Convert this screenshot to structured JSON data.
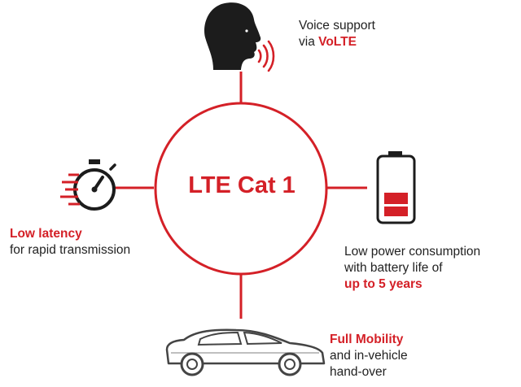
{
  "center": {
    "title": "LTE Cat 1"
  },
  "voice": {
    "line1": "Voice support",
    "prefix": "via ",
    "highlight": "VoLTE"
  },
  "latency": {
    "highlight": "Low latency",
    "line2": "for rapid transmission"
  },
  "power": {
    "line1": "Low power consumption",
    "line2": "with battery life of",
    "highlight": "up to 5 years"
  },
  "mobility": {
    "highlight": "Full Mobility",
    "line2": "and in-vehicle",
    "line3": "hand-over"
  },
  "icons": {
    "voice": "speaking-head-icon",
    "latency": "stopwatch-icon",
    "power": "battery-icon",
    "mobility": "car-icon"
  },
  "colors": {
    "accent": "#d42027",
    "icon_dark": "#1c1c1c",
    "text": "#222222"
  }
}
